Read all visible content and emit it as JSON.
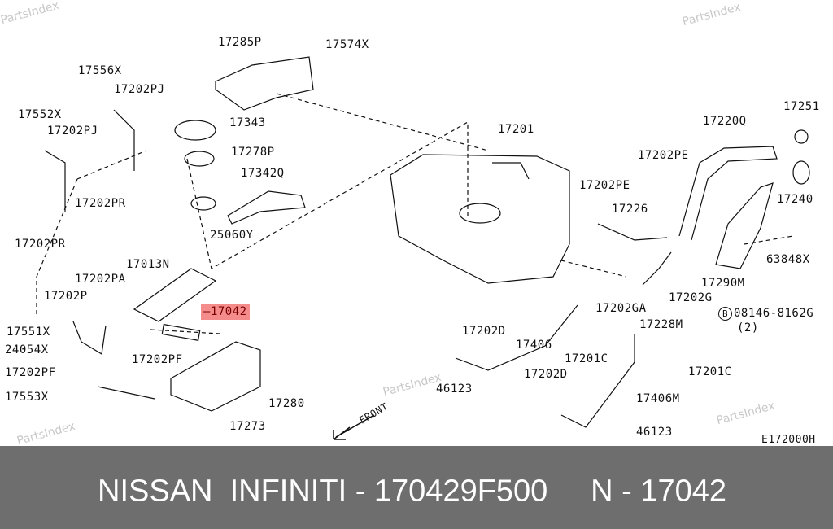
{
  "watermark": "PartsIndex",
  "labels": [
    "17285P",
    "17574X",
    "17556X",
    "17202PJ",
    "17552X",
    "17202PJ",
    "17343",
    "17278P",
    "17342Q",
    "17202PR",
    "25060Y",
    "17202PR",
    "17201",
    "17220Q",
    "17251",
    "17202PE",
    "17202PE",
    "17226",
    "17240",
    "63848X",
    "17013N",
    "17202PA",
    "17202P",
    "17042",
    "17551X",
    "24054X",
    "17202PF",
    "17202PF",
    "17553X",
    "17280",
    "17273",
    "17202GA",
    "17202G",
    "17290M",
    "08146-8162G",
    "(2)",
    "17228M",
    "17406",
    "17202D",
    "17201C",
    "46123",
    "17202D",
    "17201C",
    "17406M",
    "46123"
  ],
  "bolt_marker": "B",
  "front_label": "FRONT",
  "diagram_code": "E172000H",
  "highlight_color": "#f58c8c",
  "banner": {
    "text": "NISSAN  INFINITI - 170429F500     N - 17042",
    "bg": "#6e6e6e"
  }
}
